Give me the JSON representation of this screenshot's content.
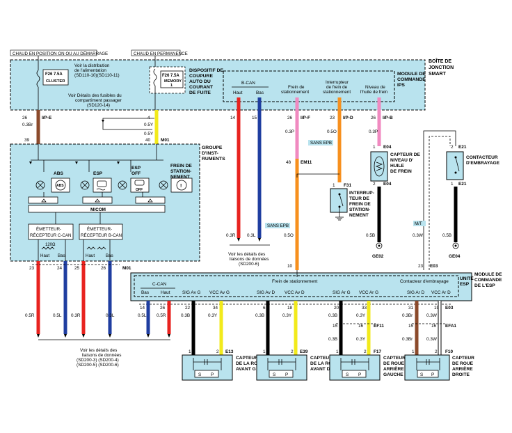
{
  "power": {
    "ign_label": "CHAUD EN POSITION ON OU AU DÉMARRAGE",
    "perm_label": "CHAUD EN PERMANENCE"
  },
  "sjb": {
    "title1": "BOÎTE DE",
    "title2": "JONCTION",
    "title3": "SMART",
    "note1_a": "Voir la distribution",
    "note1_b": "de l'alimentation",
    "note1_c": "(SD110-10)(SD110-11)",
    "fuse1_a": "F26 7.5A",
    "fuse1_b": "CLUSTER",
    "note2_a": "Voir Détails des fusibles du",
    "note2_b": "compartiment passager",
    "note2_c": "(SD120-14)",
    "fuse2_a": "F26 7.5A",
    "fuse2_b": "MEMORY",
    "fuse2_c": "1",
    "cut_a": "DISPOSITIF DE",
    "cut_b": "COUPURE",
    "cut_c": "AUTO DU",
    "cut_d": "COURANT",
    "cut_e": "DE FUITE",
    "ips_a": "MODULE DE",
    "ips_b": "COMMANDE",
    "ips_c": "IPS",
    "bcan": "B-CAN",
    "haut": "Haut",
    "bas": "Bas",
    "frein_a": "Frein de",
    "frein_b": "stationnement",
    "inter_a": "Interrupteur",
    "inter_b": "de frein de",
    "inter_c": "stationnement",
    "niveau_a": "Niveau de",
    "niveau_b": "l'huile de frein"
  },
  "pins_top": {
    "p26a": "26",
    "c1": "0.3Br",
    "conn1": "I/P-E",
    "p39": "39",
    "p4": "4",
    "c2": "0.5Y",
    "c3": "0.5Y",
    "p40": "40",
    "m01": "M01",
    "p14": "14",
    "p15": "15",
    "p26b": "26",
    "c4": "0.3P",
    "conn2": "I/P-F",
    "p23": "23",
    "c5": "0.5O",
    "conn3": "I/P-D",
    "p26c": "26",
    "c6": "0.3P",
    "conn4": "I/P-B",
    "sans_epb": "SANS EPB",
    "p48": "48",
    "em11": "EM11"
  },
  "cluster": {
    "title_a": "GROUPE",
    "title_b": "D'INST-",
    "title_c": "RUMENTS",
    "abs": "ABS",
    "esp": "ESP",
    "espoff_a": "ESP",
    "espoff_b": "OFF",
    "frein_a": "FREIN DE",
    "frein_b": "STATION-",
    "frein_c": "NEMENT",
    "micom": "MICOM",
    "ccan_a": "ÉMETTEUR-",
    "ccan_b": "RÉCEPTEUR C-CAN",
    "bcan_a": "ÉMETTEUR-",
    "bcan_b": "RÉCEPTEUR B-CAN",
    "ohm": "120Ω",
    "haut": "Haut",
    "bas": "Bas",
    "p23": "23",
    "p24": "24",
    "p25": "25",
    "p26": "26",
    "m01": "M01"
  },
  "sensors": {
    "brake_oil_a": "CAPTEUR DE",
    "brake_oil_b": "NIVEAU D'",
    "brake_oil_c": "HUILE",
    "brake_oil_d": "DE FREIN",
    "e04": "E04",
    "p1": "1",
    "p2": "2",
    "clutch_a": "CONTACTEUR",
    "clutch_b": "D'EMBRAYAGE",
    "e21": "E21",
    "f31": "F31",
    "park_a": "INTERRUP-",
    "park_b": "TEUR DE",
    "park_c": "FREIN DE",
    "park_d": "STATION-",
    "park_e": "NEMENT",
    "mt": "M/T",
    "ge02": "GE02",
    "ge04": "GE04",
    "c05b": "0.5B",
    "c03w": "0.3W",
    "c05b2": "0.5B"
  },
  "mid": {
    "c03r": "0.3R",
    "c03l": "0.3L",
    "c05o": "0.5O",
    "ref_a": "Voir les détails des",
    "ref_b": "liaisons de données",
    "ref_c": "(SD200-6)",
    "sans_epb": "SANS EPB",
    "p10": "10",
    "p23": "23",
    "e03": "E03"
  },
  "esp": {
    "title_a": "UNITÉ",
    "title_b": "ESP",
    "module_a": "MODULE DE",
    "module_b": "COMMANDE",
    "module_c": "DE L'ESP",
    "frein": "Frein de stationnement",
    "contacteur": "Contacteur d'embrayage",
    "ccan": "C-CAN",
    "bas": "Bas",
    "haut": "Haut",
    "sig_avg": "SIG Av G",
    "vcc_avg": "VCC Av G",
    "sig_avd": "SIG Av D",
    "vcc_avd": "VCC Av D",
    "sig_arg": "SIG Ar G",
    "vcc_arg": "VCC Ar G",
    "sig_ard": "SIG Ar D",
    "vcc_ard": "VCC Ar D",
    "pins": [
      "14",
      "26",
      "22",
      "34",
      "6",
      "18",
      "20",
      "33",
      "31",
      "19"
    ],
    "e03": "E03"
  },
  "bottom": {
    "c05r": "0.5R",
    "c05l": "0.5L",
    "c03r": "0.3R",
    "c03l": "0.3L",
    "c03b": "0.3B",
    "c03y": "0.3Y",
    "c03br": "0.3Br",
    "c03w": "0.3W",
    "p15": "15",
    "p16": "16",
    "ef11": "EF11",
    "efa1": "EFA1",
    "ref_a": "Voir les détails des",
    "ref_b": "liaisons de données",
    "ref_c": "(SD200-3) (SD200-4)",
    "ref_d": "(SD200-5) (SD200-6)",
    "p1": "1",
    "p2": "2",
    "e13": "E13",
    "e39": "E39",
    "f17": "F17",
    "f10": "F10",
    "s1_a": "CAPTEUR",
    "s1_b": "DE LA ROUE",
    "s1_c": "AVANT G",
    "s2_a": "CAPTEUR",
    "s2_b": "DE LA ROUE",
    "s2_c": "AVANT D",
    "s3_a": "CAPTEUR",
    "s3_b": "DE ROUE",
    "s3_c": "ARRIÈRE",
    "s3_d": "GAUCHE",
    "s4_a": "CAPTEUR",
    "s4_b": "DE ROUE",
    "s4_c": "ARRIÈRE",
    "s4_d": "DROITE",
    "s": "S",
    "p": "P"
  },
  "wire_colors": {
    "brown": "#8b4a2b",
    "yellow": "#f2ea1b",
    "red": "#e8231f",
    "blue": "#1f3ea0",
    "pink": "#f08ac0",
    "orange": "#f7901e",
    "black": "#000000",
    "white": "#ffffff"
  }
}
